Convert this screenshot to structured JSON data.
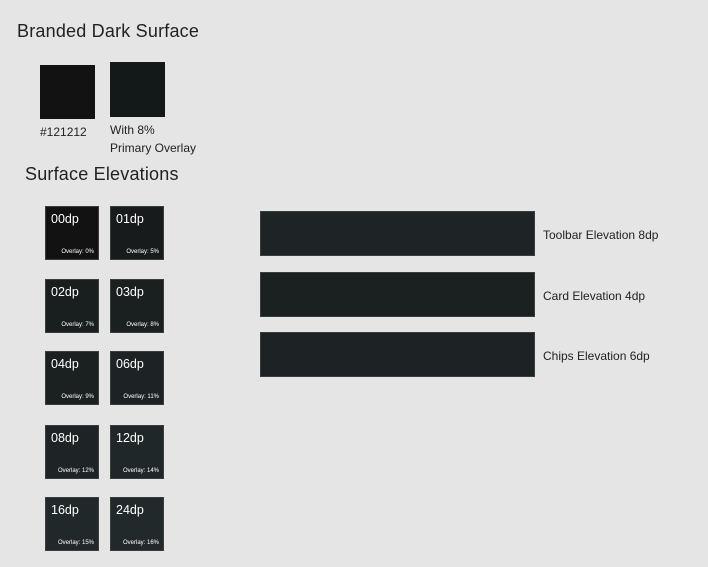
{
  "branded": {
    "title": "Branded Dark Surface",
    "swatch1": {
      "color": "#121212",
      "caption": "#121212"
    },
    "swatch2": {
      "color": "#131819",
      "caption_line1": "With 8%",
      "caption_line2": "Primary Overlay"
    }
  },
  "elevations": {
    "title": "Surface Elevations",
    "tiles": [
      {
        "dp": "00dp",
        "overlay": "Overlay: 0%",
        "color": "#121212"
      },
      {
        "dp": "01dp",
        "overlay": "Overlay: 5%",
        "color": "#171b1c"
      },
      {
        "dp": "02dp",
        "overlay": "Overlay: 7%",
        "color": "#191e1f"
      },
      {
        "dp": "03dp",
        "overlay": "Overlay: 8%",
        "color": "#1a1f20"
      },
      {
        "dp": "04dp",
        "overlay": "Overlay: 9%",
        "color": "#1b2021"
      },
      {
        "dp": "06dp",
        "overlay": "Overlay: 11%",
        "color": "#1d2324"
      },
      {
        "dp": "08dp",
        "overlay": "Overlay: 12%",
        "color": "#1e2425"
      },
      {
        "dp": "12dp",
        "overlay": "Overlay: 14%",
        "color": "#202728"
      },
      {
        "dp": "16dp",
        "overlay": "Overlay: 15%",
        "color": "#212829"
      },
      {
        "dp": "24dp",
        "overlay": "Overlay: 16%",
        "color": "#22292a"
      }
    ]
  },
  "bars": [
    {
      "label": "Toolbar Elevation 8dp",
      "color": "#1e2425"
    },
    {
      "label": "Card Elevation 4dp",
      "color": "#1b2021"
    },
    {
      "label": "Chips Elevation 6dp",
      "color": "#1d2324"
    }
  ]
}
